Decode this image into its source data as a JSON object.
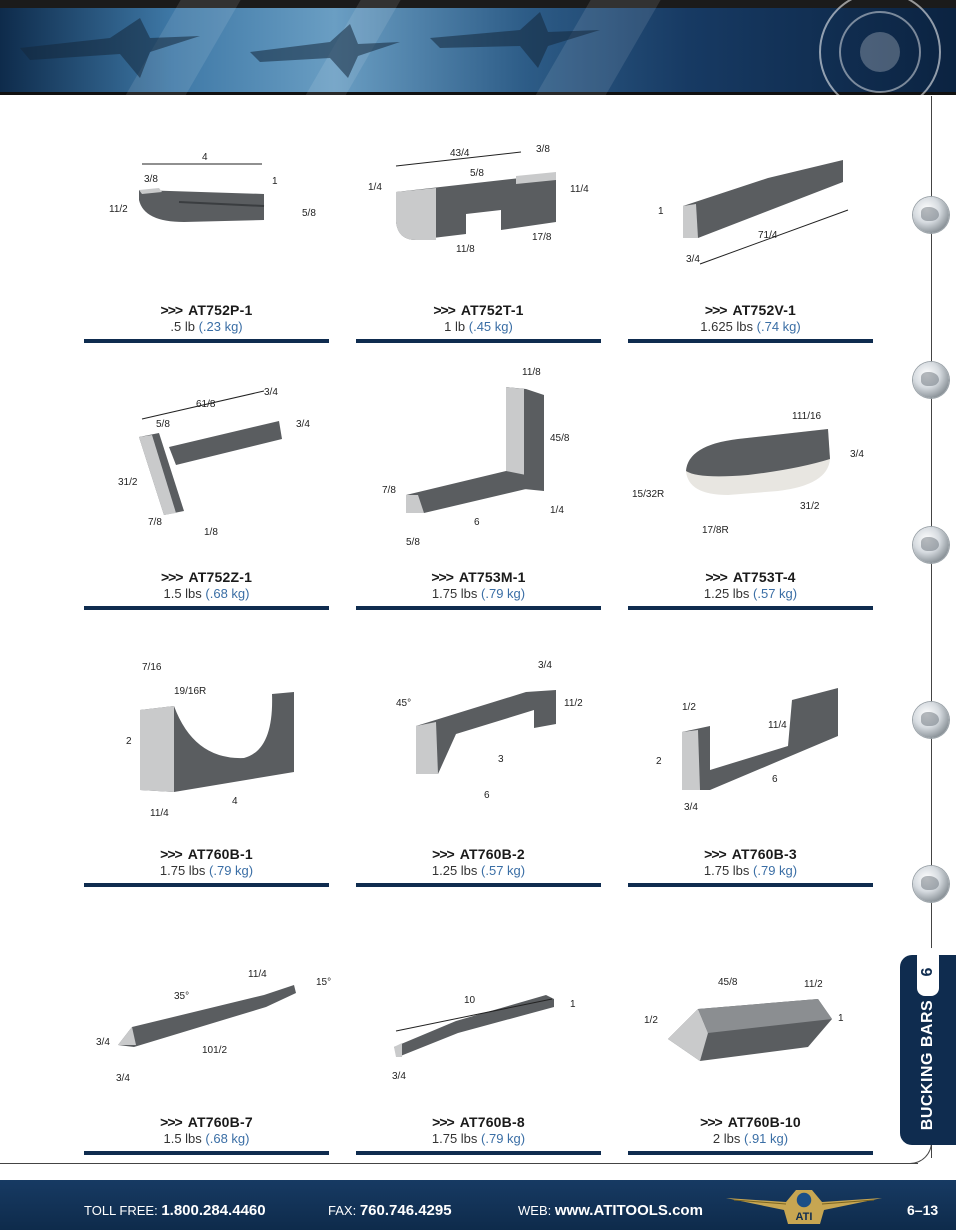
{
  "section": {
    "number": "6",
    "title": "BUCKING BARS"
  },
  "products": [
    {
      "model": "AT752P-1",
      "weight_lb": ".5 lb",
      "weight_kg": "(.23 kg)"
    },
    {
      "model": "AT752T-1",
      "weight_lb": "1 lb",
      "weight_kg": "(.45 kg)"
    },
    {
      "model": "AT752V-1",
      "weight_lb": "1.625 lbs",
      "weight_kg": "(.74 kg)"
    },
    {
      "model": "AT752Z-1",
      "weight_lb": "1.5 lbs",
      "weight_kg": "(.68 kg)"
    },
    {
      "model": "AT753M-1",
      "weight_lb": "1.75 lbs",
      "weight_kg": "(.79 kg)"
    },
    {
      "model": "AT753T-4",
      "weight_lb": "1.25 lbs",
      "weight_kg": "(.57 kg)"
    },
    {
      "model": "AT760B-1",
      "weight_lb": "1.75 lbs",
      "weight_kg": "(.79 kg)"
    },
    {
      "model": "AT760B-2",
      "weight_lb": "1.25 lbs",
      "weight_kg": "(.57 kg)"
    },
    {
      "model": "AT760B-3",
      "weight_lb": "1.75 lbs",
      "weight_kg": "(.79 kg)"
    },
    {
      "model": "AT760B-7",
      "weight_lb": "1.5 lbs",
      "weight_kg": "(.68 kg)"
    },
    {
      "model": "AT760B-8",
      "weight_lb": "1.75 lbs",
      "weight_kg": "(.79 kg)"
    },
    {
      "model": "AT760B-10",
      "weight_lb": "2 lbs",
      "weight_kg": "(.91 kg)"
    }
  ],
  "dimensions": {
    "p1": [
      "4",
      "3/8",
      "1",
      "11/2",
      "5/8"
    ],
    "t1": [
      "43/4",
      "3/8",
      "1/4",
      "5/8",
      "11/4",
      "11/8",
      "17/8"
    ],
    "v1": [
      "1",
      "71/4",
      "3/4"
    ],
    "z1": [
      "61/8",
      "3/4",
      "5/8",
      "3/4",
      "31/2",
      "7/8",
      "1/8"
    ],
    "m1": [
      "11/8",
      "45/8",
      "7/8",
      "6",
      "5/8",
      "1/4"
    ],
    "t4": [
      "111/16",
      "3/4",
      "15/32R",
      "31/2",
      "17/8R"
    ],
    "b1": [
      "7/16",
      "19/16R",
      "2",
      "11/4",
      "4"
    ],
    "b2": [
      "45°",
      "3/4",
      "11/2",
      "3",
      "6"
    ],
    "b3": [
      "1/2",
      "11/4",
      "2",
      "6",
      "3/4"
    ],
    "b7": [
      "35°",
      "11/4",
      "15°",
      "3/4",
      "101/2",
      "3/4"
    ],
    "b8": [
      "10",
      "1",
      "3/4"
    ],
    "b10": [
      "45/8",
      "11/2",
      "1/2",
      "1"
    ]
  },
  "footer": {
    "toll_free_label": "TOLL FREE:",
    "toll_free": "1.800.284.4460",
    "fax_label": "FAX:",
    "fax": "760.746.4295",
    "web_label": "WEB:",
    "web": "www.ATITOOLS.com",
    "logo_text": "ATI",
    "page": "6–13"
  },
  "colors": {
    "navy": "#0f2c4f",
    "kg_blue": "#3a6ea5",
    "metal_dark": "#5a5d60",
    "metal_light": "#c9cacb"
  },
  "icons": [
    "chevron-triple-icon",
    "globe-icon",
    "ati-wings-logo"
  ]
}
